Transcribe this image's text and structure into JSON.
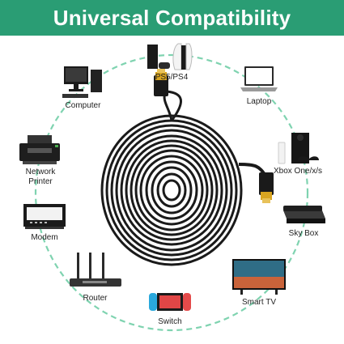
{
  "header": {
    "title": "Universal Compatibility"
  },
  "colors": {
    "banner": "#2a9d74",
    "ring": "#7fd3b0",
    "cable": "#1a1a1a",
    "connector": "#d9a520"
  },
  "devices": {
    "ps5": {
      "label": "PS5/PS4",
      "icon": "game-console-icon"
    },
    "computer": {
      "label": "Computer",
      "icon": "desktop-computer-icon"
    },
    "laptop": {
      "label": "Laptop",
      "icon": "laptop-icon"
    },
    "printer": {
      "label": "Network Printer",
      "icon": "printer-icon"
    },
    "xbox": {
      "label": "Xbox One/x/s",
      "icon": "xbox-console-icon"
    },
    "skybox": {
      "label": "Sky Box",
      "icon": "set-top-box-icon"
    },
    "modem": {
      "label": "Modem",
      "icon": "modem-icon"
    },
    "router": {
      "label": "Router",
      "icon": "router-icon"
    },
    "tv": {
      "label": "Smart TV",
      "icon": "tv-icon"
    },
    "switch": {
      "label": "Switch",
      "icon": "nintendo-switch-icon"
    }
  }
}
